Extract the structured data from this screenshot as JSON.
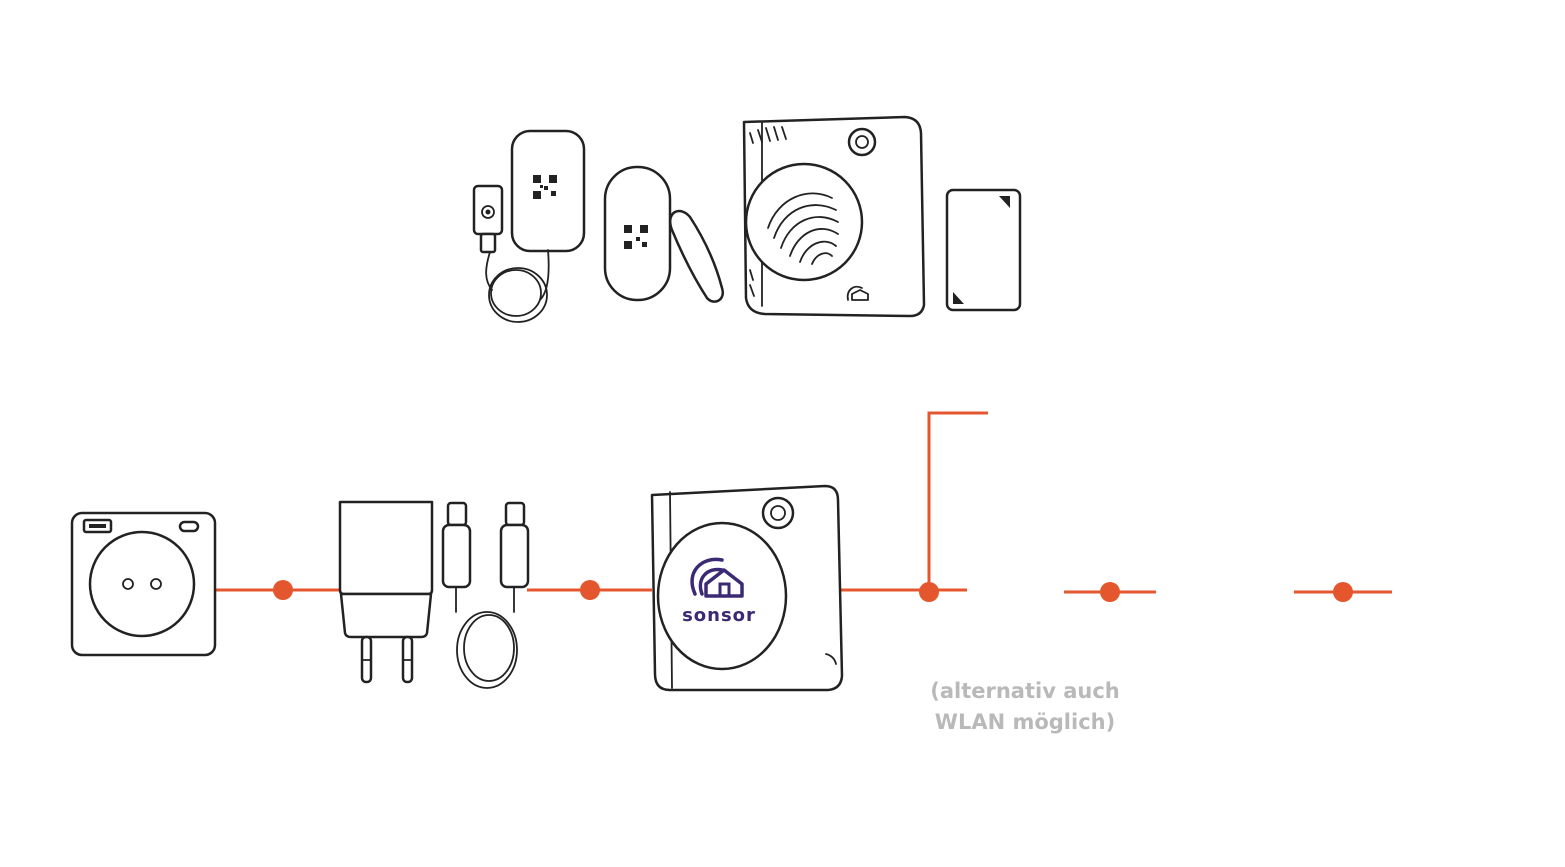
{
  "brand": {
    "name": "sonsor",
    "color": "#3b2a73"
  },
  "colors": {
    "connector": "#e4572e",
    "outline": "#222222",
    "note_text": "#b9b9b9"
  },
  "note": {
    "line1": "(alternativ auch",
    "line2": "WLAN möglich)"
  },
  "icons": [
    "wall-socket-icon",
    "power-adapter-icon",
    "usb-c-cable-icon",
    "sonsor-hub-icon",
    "water-leak-sensor-icon",
    "door-window-sensor-icon",
    "siren-hub-icon",
    "tag-sensor-icon"
  ]
}
